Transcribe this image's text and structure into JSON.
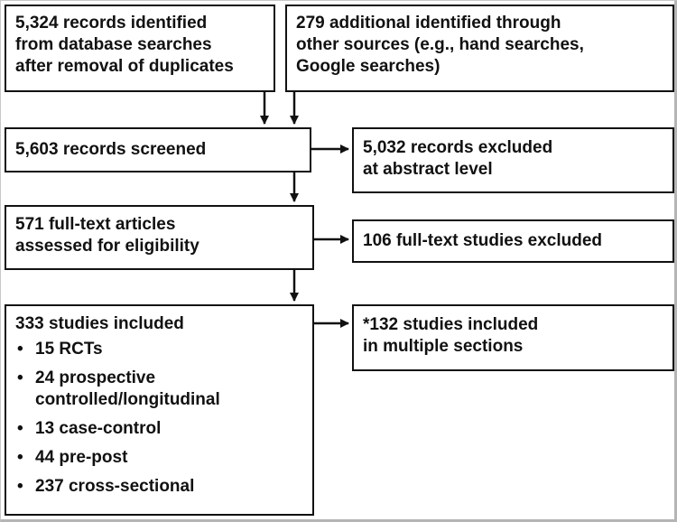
{
  "flow": {
    "identified_db": "5,324 records identified\nfrom database searches\nafter removal of duplicates",
    "identified_other": "279 additional identified through\nother sources (e.g., hand searches,\nGoogle searches)",
    "screened": "5,603 records screened",
    "excluded_abstract": "5,032 records excluded\nat abstract level",
    "fulltext_assessed": "571 full-text articles\nassessed for eligibility",
    "fulltext_excluded": "106 full-text studies excluded",
    "included_title": "333 studies included",
    "included_breakdown": [
      "15 RCTs",
      "24 prospective\ncontrolled/longitudinal",
      "13 case-control",
      "44 pre-post",
      "237 cross-sectional"
    ],
    "multiple_sections": "*132 studies included\n in multiple sections",
    "bullet": "•"
  },
  "colors": {
    "border": "#111111",
    "arrow": "#111111",
    "background": "#ffffff"
  }
}
